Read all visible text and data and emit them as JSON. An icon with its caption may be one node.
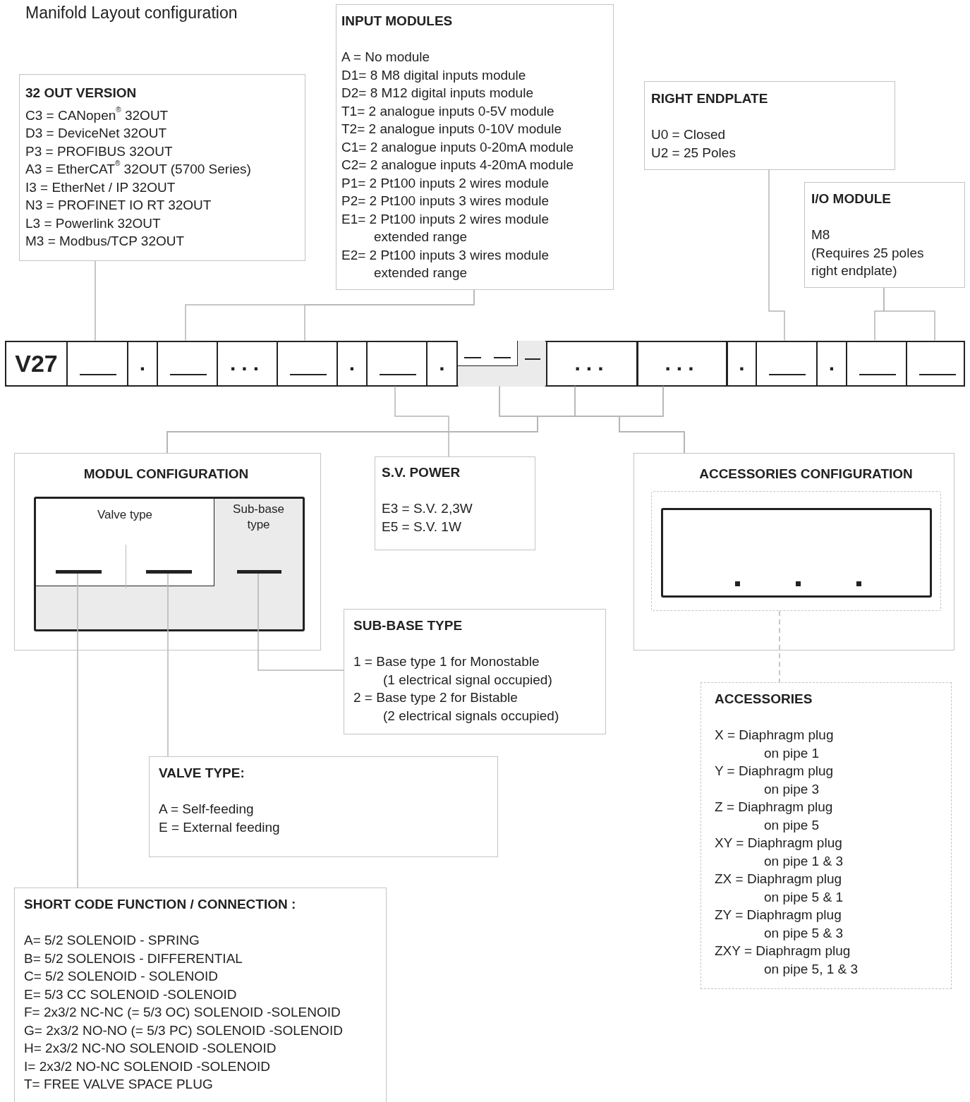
{
  "diagram": {
    "title": "Manifold Layout configuration",
    "nodes": [
      {
        "text": [
          "32 OUT VERSION",
          "C3 = CANopen$^{®}$ 32OUT",
          "D3 = DeviceNet 32OUT",
          "P3 = PROFIBUS 32OUT",
          "A3 = EtherCAT$^{®}$ 32OUT (5700 Series)",
          "I3 = EtherNet / IP 32OUT",
          "N3 = PROFINET IO RT 32OUT",
          "L3 = Powerlink 32OUT",
          "M3 = Modbus/TCP 32OUT"
        ]
      },
      {
        "text": [
          "INPUT MODULES",
          "A = No module",
          "D1= 8 M8 digital inputs module",
          "D2= 8 M12 digital inputs module",
          "T1= 2 analogue inputs 0-5V module",
          "T2= 2 analogue inputs 0-10V module",
          "C1= 2 analogue inputs 0-20mA module",
          "C2= 2 analogue inputs 4-20mA module",
          "P1= 2 Pt100 inputs 2 wires module",
          "P2= 2 Pt100 inputs 3 wires module",
          "E1= 2 Pt100 inputs 2 wires module extended range",
          "E2= 2 Pt100 inputs 3 wires module extended range"
        ]
      },
      {
        "text": [
          "RIGHT ENDPLATE",
          "U0 = Closed",
          "U2 = 25 Poles"
        ]
      },
      {
        "text": [
          "I/O MODULE",
          "M8",
          "(Requires 25 poles right endplate)"
        ]
      },
      {
        "text": [],
        "shape": "bar"
      },
      {
        "text": [
          "V27"
        ],
        "in": 4
      },
      {
        "text": [],
        "shape": "box",
        "in": 4
      },
      {
        "text": [
          "."
        ],
        "in": 4
      },
      {
        "text": [],
        "shape": "box",
        "in": 4
      },
      {
        "text": [
          "..."
        ],
        "in": 4
      },
      {
        "text": [],
        "shape": "box",
        "in": 4
      },
      {
        "text": [
          "."
        ],
        "in": 4
      },
      {
        "text": [],
        "shape": "box",
        "in": 4
      },
      {
        "text": [
          "."
        ],
        "in": 4
      },
      {
        "text": [],
        "shape": "box",
        "in": 4
      },
      {
        "text": [
          "..."
        ],
        "in": 4
      },
      {
        "text": [
          "..."
        ],
        "in": 4
      },
      {
        "text": [
          "."
        ],
        "in": 4
      },
      {
        "text": [],
        "shape": "box",
        "in": 4
      },
      {
        "text": [
          "."
        ],
        "in": 4
      },
      {
        "text": [],
        "shape": "box",
        "in": 4
      },
      {
        "text": [],
        "shape": "box",
        "in": 4
      },
      {
        "text": [
          "MODUL CONFIGURATION"
        ]
      },
      {
        "text": [],
        "shape": "box",
        "in": 22
      },
      {
        "text": [
          "Valve type"
        ],
        "in": 23
      },
      {
        "text": [],
        "shape": "bar",
        "in": 24
      },
      {
        "text": [],
        "shape": "bar",
        "in": 24
      },
      {
        "text": [
          "Sub-base type"
        ],
        "in": 23
      },
      {
        "text": [],
        "shape": "bar",
        "in": 27
      },
      {
        "text": [
          "S.V. POWER",
          "E3 = S.V. 2,3W",
          "E5 = S.V. 1W"
        ]
      },
      {
        "text": [
          "ACCESSORIES CONFIGURATION"
        ]
      },
      {
        "text": [],
        "shape": "box",
        "in": 30
      },
      {
        "text": [],
        "shape": "box",
        "in": 31
      },
      {
        "text": [
          "SUB-BASE TYPE",
          "1 = Base type 1 for Monostable (1 electrical signal occupied)",
          "2 = Base type 2 for Bistable (2 electrical signals occupied)"
        ]
      },
      {
        "text": [
          "ACCESSORIES",
          "X = Diaphragm plug on pipe 1",
          "Y = Diaphragm plug on pipe 3",
          "Z = Diaphragm plug on pipe 5",
          "XY = Diaphragm plug on pipe 1 & 3",
          "ZX = Diaphragm plug on pipe 5 & 1",
          "ZY = Diaphragm plug on pipe 5 & 3",
          "ZXY = Diaphragm plug on pipe 5, 1 & 3"
        ]
      },
      {
        "text": [
          "VALVE TYPE:",
          "A = Self-feeding",
          "E = External feeding"
        ]
      },
      {
        "text": [
          "SHORT CODE FUNCTION / CONNECTION :",
          "A= 5/2 SOLENOID - SPRING",
          "B= 5/2 SOLENOIS - DIFFERENTIAL",
          "C= 5/2 SOLENOID - SOLENOID",
          "E= 5/3 CC SOLENOID -SOLENOID",
          "F= 2x3/2 NC-NC (= 5/3 OC) SOLENOID -SOLENOID",
          "G= 2x3/2 NO-NO (= 5/3 PC) SOLENOID -SOLENOID",
          "H= 2x3/2 NC-NO SOLENOID -SOLENOID",
          "I= 2x3/2 NO-NC SOLENOID -SOLENOID",
          "T= FREE VALVE SPACE PLUG"
        ]
      }
    ],
    "edges": [
      {
        "from": 6,
        "to": 0,
        "arrow": "none"
      },
      {
        "from": 8,
        "to": 1,
        "arrow": "none"
      },
      {
        "from": 10,
        "to": 1,
        "arrow": "none"
      },
      {
        "from": 12,
        "to": 29,
        "arrow": "none"
      },
      {
        "from": 14,
        "to": 22,
        "arrow": "none"
      },
      {
        "from": 14,
        "to": 30,
        "arrow": "none"
      },
      {
        "from": 15,
        "to": 22,
        "arrow": "none"
      },
      {
        "from": 15,
        "to": 30,
        "arrow": "none"
      },
      {
        "from": 16,
        "to": 22,
        "arrow": "none"
      },
      {
        "from": 16,
        "to": 30,
        "arrow": "none"
      },
      {
        "from": 18,
        "to": 2,
        "arrow": "none"
      },
      {
        "from": 20,
        "to": 3,
        "arrow": "none"
      },
      {
        "from": 21,
        "to": 3,
        "arrow": "none"
      },
      {
        "from": 25,
        "to": 36,
        "arrow": "none"
      },
      {
        "from": 26,
        "to": 35,
        "arrow": "none"
      },
      {
        "from": 28,
        "to": 33,
        "arrow": "none"
      },
      {
        "from": 31,
        "to": 34,
        "arrow": "none",
        "style": "dashed"
      }
    ]
  }
}
